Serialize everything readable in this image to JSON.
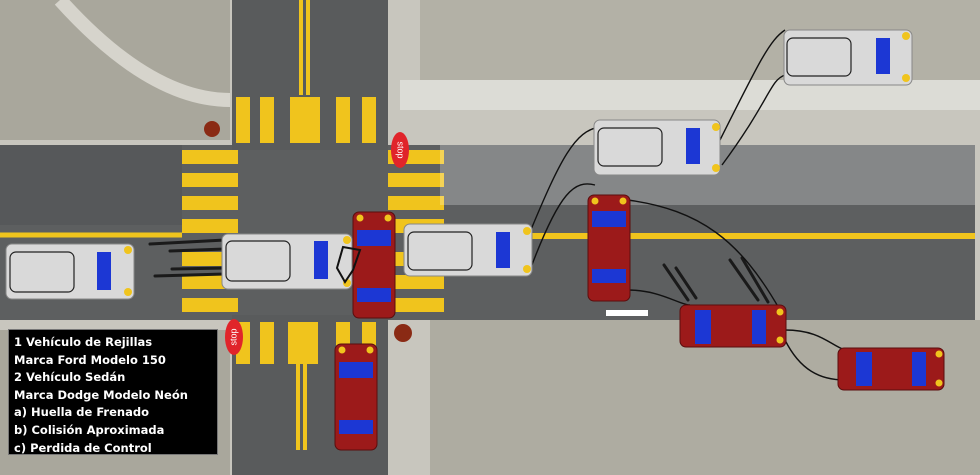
{
  "diagram": {
    "stop_sign_text": "stop",
    "legend": [
      "1 Vehículo de Rejillas",
      "Marca Ford Modelo 150",
      "2 Vehículo Sedán",
      "Marca Dodge Modelo Neón",
      "a) Huella de Frenado",
      "b) Colisión Aproximada",
      "c) Perdida de Control"
    ],
    "colors": {
      "road": "#5d5f60",
      "lane_marking": "#f0c41d",
      "vehicle_1_body": "#d9d9d9",
      "vehicle_2_body": "#9c1a1a",
      "window_blue": "#1c37d4",
      "stop_sign": "#e0242a"
    }
  }
}
